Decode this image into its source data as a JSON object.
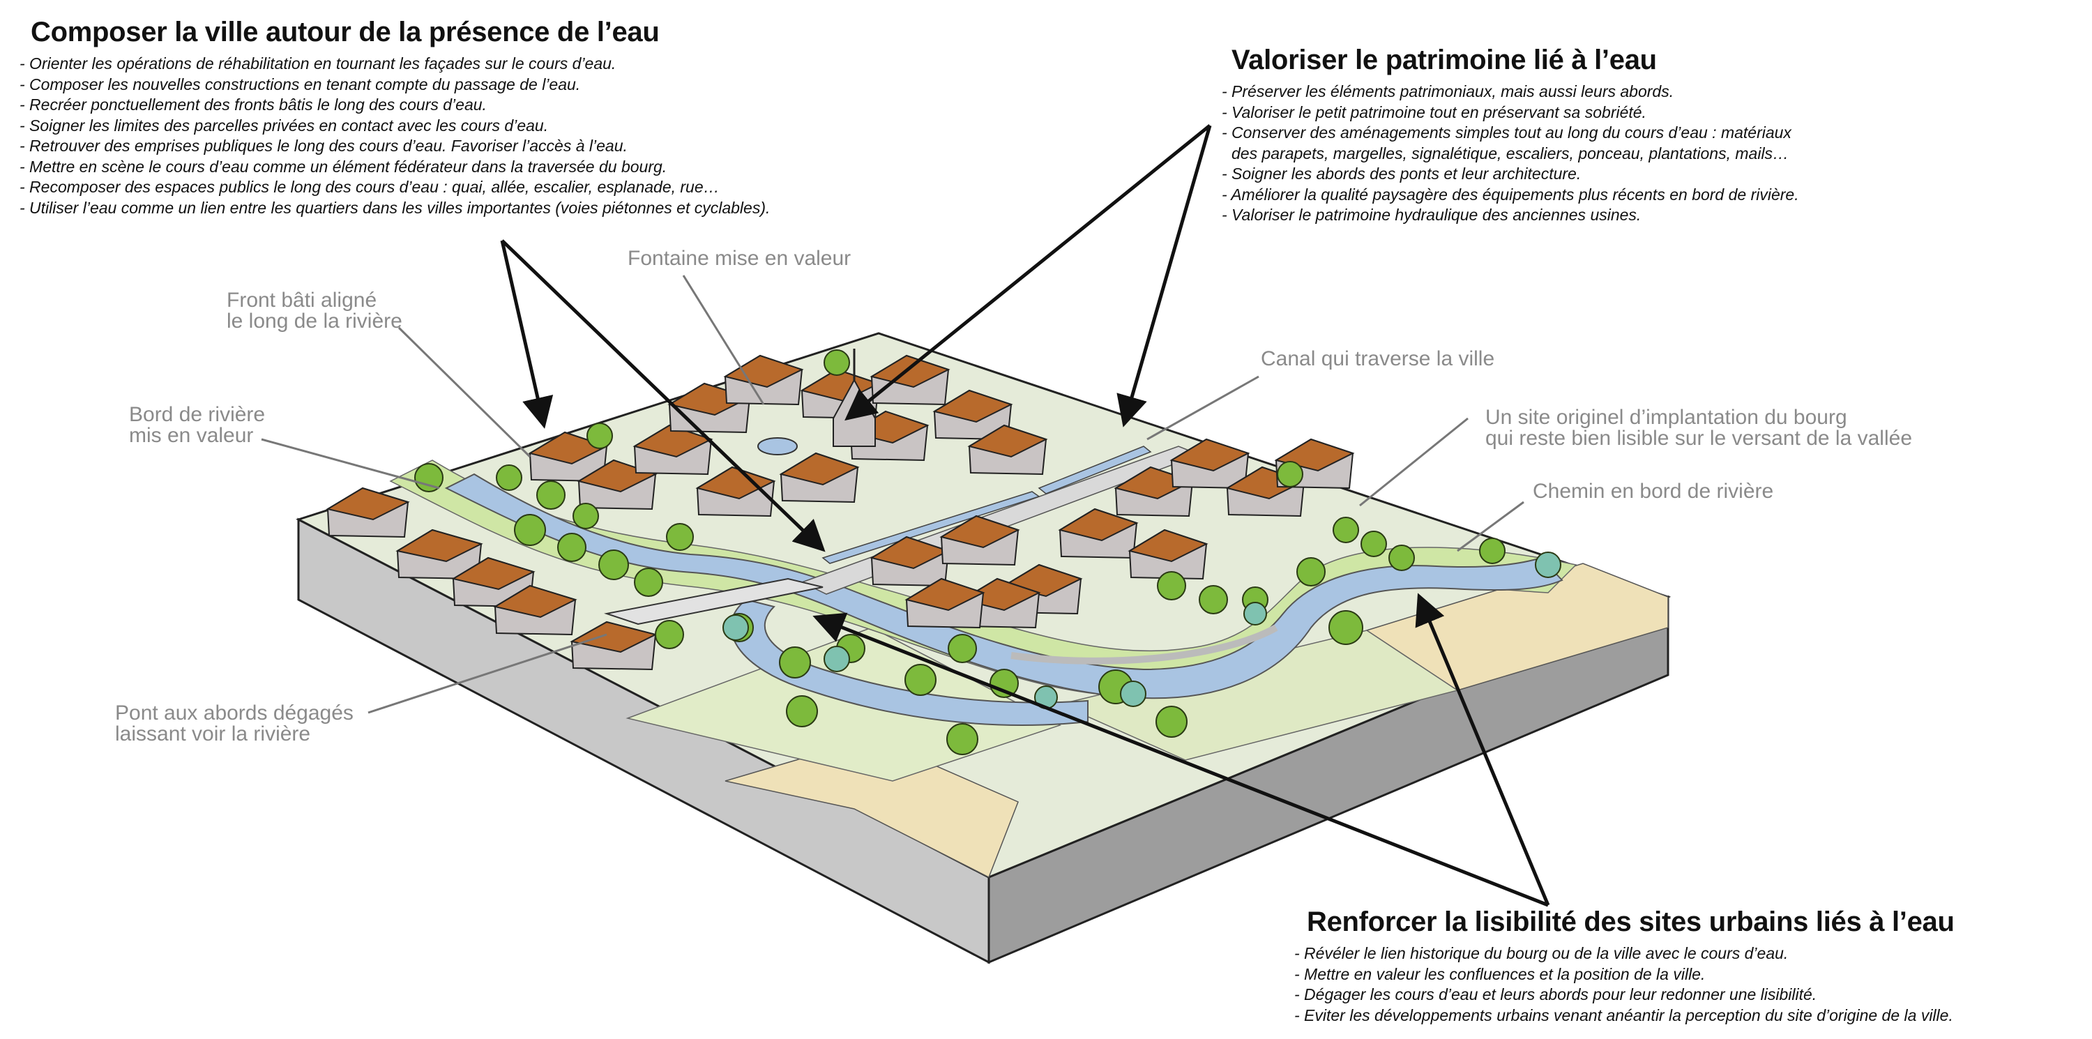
{
  "blocks": {
    "composer": {
      "title": "Composer la ville autour de la présence de l’eau",
      "items": [
        "- Orienter les opérations de réhabilitation en tournant les façades sur le cours d’eau.",
        "- Composer les nouvelles constructions en tenant compte du passage de l’eau.",
        "- Recréer ponctuellement des fronts bâtis le long des cours d’eau.",
        "- Soigner les limites des parcelles privées en contact avec les cours d’eau.",
        "- Retrouver des emprises publiques le long des cours d’eau. Favoriser l’accès à l’eau.",
        "- Mettre en scène le cours d’eau comme un élément fédérateur dans la traversée du bourg.",
        "- Recomposer des espaces publics le long des cours d’eau : quai, allée, escalier, esplanade, rue…",
        "- Utiliser l’eau comme un lien entre les quartiers dans les villes importantes (voies piétonnes et cyclables)."
      ]
    },
    "valoriser": {
      "title": "Valoriser le patrimoine lié à l’eau",
      "items": [
        "- Préserver les éléments patrimoniaux, mais aussi leurs abords.",
        "- Valoriser le petit patrimoine tout en préservant sa sobriété.",
        "- Conserver des aménagements simples tout au long du cours d’eau : matériaux",
        "des parapets, margelles, signalétique, escaliers, ponceau, plantations, mails…",
        "- Soigner les abords des ponts et leur architecture.",
        "- Améliorer la qualité paysagère des équipements plus récents en bord de rivière.",
        "- Valoriser le patrimoine hydraulique des anciennes usines."
      ]
    },
    "renforcer": {
      "title": "Renforcer la lisibilité des sites urbains liés à l’eau",
      "items": [
        "- Révéler le lien historique du bourg ou de la ville avec le cours d’eau.",
        "- Mettre en valeur les confluences et la position de la ville.",
        "- Dégager les cours d’eau et leurs abords pour leur redonner une lisibilité.",
        "- Eviter les développements urbains venant anéantir la perception du site d’origine de la ville."
      ]
    }
  },
  "callouts": {
    "fontaine": "Fontaine mise en valeur",
    "front_1": "Front bâti aligné",
    "front_2": "le long de la rivière",
    "bord_1": "Bord de rivière",
    "bord_2": "mis en valeur",
    "canal": "Canal qui traverse la ville",
    "site_1": "Un site originel d’implantation du bourg",
    "site_2": "qui reste bien lisible sur le versant de la vallée",
    "chemin": "Chemin en bord de rivière",
    "pont_1": "Pont aux abords dégagés",
    "pont_2": "laissant voir la rivière"
  },
  "colors": {
    "text": "#111111",
    "callout_text": "#8a8a8a",
    "roof": "#b86a2c",
    "wall": "#c9c4c4",
    "river": "#a9c4e2",
    "grass": "#c8e29a",
    "ground_side": "#bdbdbd",
    "sand": "#efe1b8",
    "tree": "#7dba3c"
  }
}
